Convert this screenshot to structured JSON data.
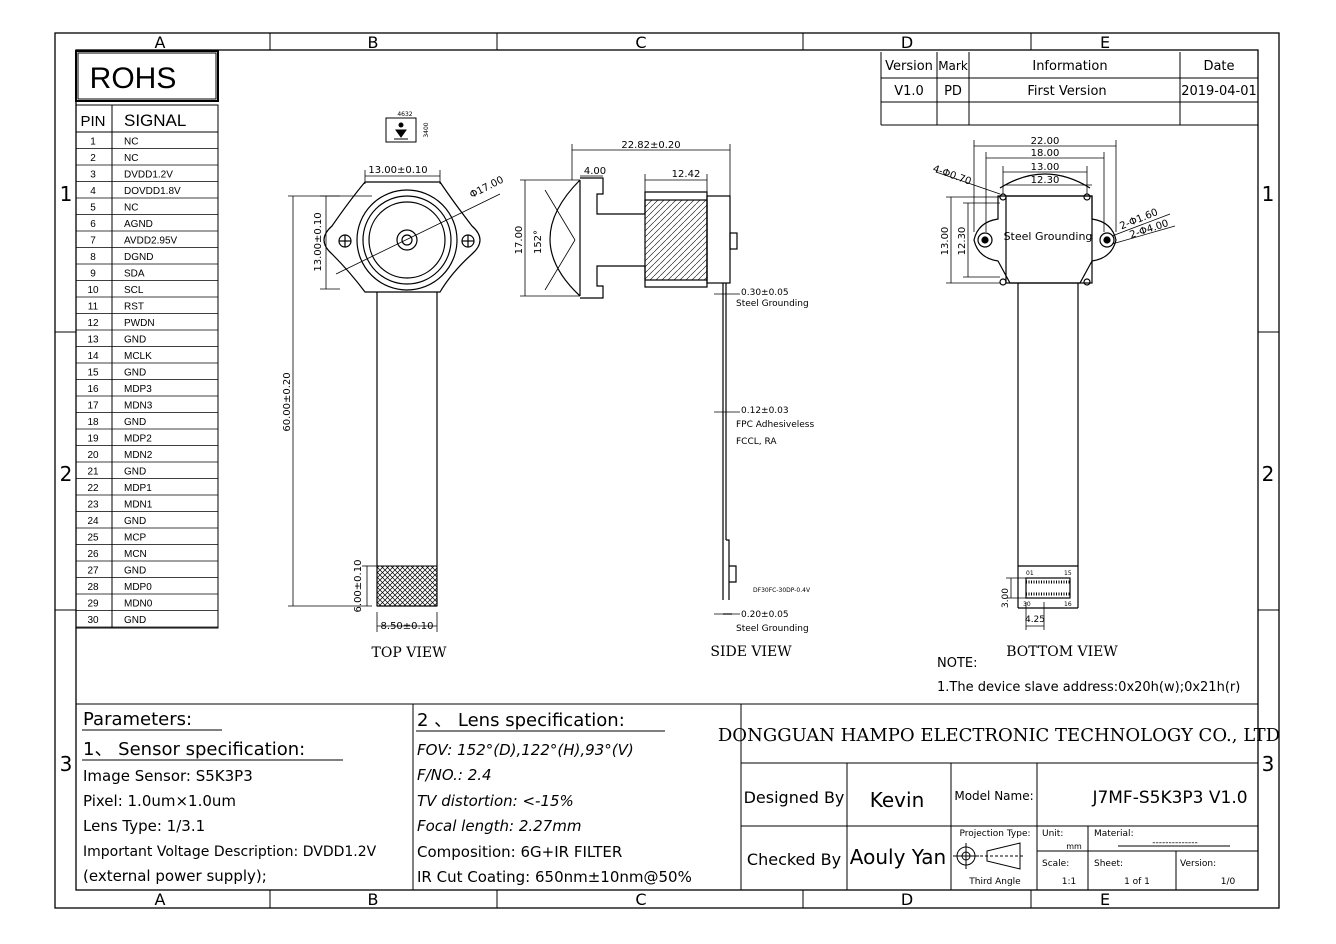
{
  "zones": {
    "columns": [
      "A",
      "B",
      "C",
      "D",
      "E"
    ],
    "rows": [
      "1",
      "2",
      "3"
    ]
  },
  "rohs": "ROHS",
  "pin_table": {
    "header_pin": "PIN",
    "header_signal": "SIGNAL",
    "rows": [
      {
        "pin": "1",
        "signal": "NC"
      },
      {
        "pin": "2",
        "signal": "NC"
      },
      {
        "pin": "3",
        "signal": "DVDD1.2V"
      },
      {
        "pin": "4",
        "signal": "DOVDD1.8V"
      },
      {
        "pin": "5",
        "signal": "NC"
      },
      {
        "pin": "6",
        "signal": "AGND"
      },
      {
        "pin": "7",
        "signal": "AVDD2.95V"
      },
      {
        "pin": "8",
        "signal": "DGND"
      },
      {
        "pin": "9",
        "signal": "SDA"
      },
      {
        "pin": "10",
        "signal": "SCL"
      },
      {
        "pin": "11",
        "signal": "RST"
      },
      {
        "pin": "12",
        "signal": "PWDN"
      },
      {
        "pin": "13",
        "signal": "GND"
      },
      {
        "pin": "14",
        "signal": "MCLK"
      },
      {
        "pin": "15",
        "signal": "GND"
      },
      {
        "pin": "16",
        "signal": "MDP3"
      },
      {
        "pin": "17",
        "signal": "MDN3"
      },
      {
        "pin": "18",
        "signal": "GND"
      },
      {
        "pin": "19",
        "signal": "MDP2"
      },
      {
        "pin": "20",
        "signal": "MDN2"
      },
      {
        "pin": "21",
        "signal": "GND"
      },
      {
        "pin": "22",
        "signal": "MDP1"
      },
      {
        "pin": "23",
        "signal": "MDN1"
      },
      {
        "pin": "24",
        "signal": "GND"
      },
      {
        "pin": "25",
        "signal": "MCP"
      },
      {
        "pin": "26",
        "signal": "MCN"
      },
      {
        "pin": "27",
        "signal": "GND"
      },
      {
        "pin": "28",
        "signal": "MDP0"
      },
      {
        "pin": "29",
        "signal": "MDN0"
      },
      {
        "pin": "30",
        "signal": "GND"
      }
    ]
  },
  "revision": {
    "headers": [
      "Version",
      "Mark",
      "Information",
      "Date"
    ],
    "row": [
      "V1.0",
      "PD",
      "First Version",
      "2019-04-01"
    ]
  },
  "top_view": {
    "label": "TOP VIEW",
    "dim_width": "13.00±0.10",
    "dim_height": "13.00±0.10",
    "dim_diameter": "Φ17.00",
    "dim_length": "60.00±0.20",
    "dim_conn_h": "6.00±0.10",
    "dim_conn_w": "8.50±0.10",
    "icon_code_top": "4632",
    "icon_code_side": "3400"
  },
  "side_view": {
    "label": "SIDE VIEW",
    "dim_total": "22.82±0.20",
    "dim_lens": "4.00",
    "dim_body": "12.42",
    "dim_height": "17.00",
    "dim_angle": "152°",
    "note_top_value": "0.30±0.05",
    "note_top_text": "Steel Grounding",
    "note_mid_value": "0.12±0.03",
    "note_mid_line1": "FPC Adhesiveless",
    "note_mid_line2": "FCCL, RA",
    "note_conn": "DF30FC-30DP-0.4V",
    "note_bot_value": "0.20±0.05",
    "note_bot_text": "Steel Grounding"
  },
  "bottom_view": {
    "label": "BOTTOM VIEW",
    "dim_22": "22.00",
    "dim_18": "18.00",
    "dim_13": "13.00",
    "dim_123": "12.30",
    "dim_v13": "13.00",
    "dim_v123": "12.30",
    "dim_hole": "4-Φ0.70",
    "dim_mount1": "2-Φ1.60",
    "dim_mount2": "2-Φ4.00",
    "steel_label": "Steel Grounding",
    "conn_pin01": "01",
    "conn_pin15": "15",
    "conn_pin30": "30",
    "conn_pin16": "16",
    "dim_conn_h": "3.00",
    "dim_conn_w": "4.25"
  },
  "note": {
    "title": "NOTE:",
    "line1": "1.The device slave address:0x20h(w);0x21h(r)"
  },
  "parameters": {
    "title": "Parameters:",
    "sensor_title": "1、 Sensor specification:",
    "image_sensor": "Image Sensor: S5K3P3",
    "pixel": "Pixel: 1.0um×1.0um",
    "lens_type": "Lens Type: 1/3.1",
    "voltage": "Important Voltage Description: DVDD1.2V",
    "supply": "(external power supply);",
    "lens_title": "2 、 Lens specification:",
    "fov": "FOV: 152°(D),122°(H),93°(V)",
    "fno": "F/NO.: 2.4",
    "tv": "TV distortion: <-15%",
    "focal": "Focal length: 2.27mm",
    "composition": "Composition: 6G+IR FILTER",
    "ircut": "IR Cut Coating: 650nm±10nm@50%"
  },
  "title_block": {
    "company": "DONGGUAN HAMPO ELECTRONIC TECHNOLOGY CO., LTD",
    "designed_label": "Designed By",
    "designed_value": "Kevin",
    "checked_label": "Checked By",
    "checked_value": "Aouly Yan",
    "model_label": "Model Name:",
    "model_value": "J7MF-S5K3P3 V1.0",
    "projection_label": "Projection Type:",
    "projection_value": "Third Angle",
    "unit_label": "Unit:",
    "unit_value": "mm",
    "material_label": "Material:",
    "material_value": "--------------",
    "scale_label": "Scale:",
    "scale_value": "1:1",
    "sheet_label": "Sheet:",
    "sheet_value": "1 of 1",
    "version_label": "Version:",
    "version_value": "1/0"
  }
}
